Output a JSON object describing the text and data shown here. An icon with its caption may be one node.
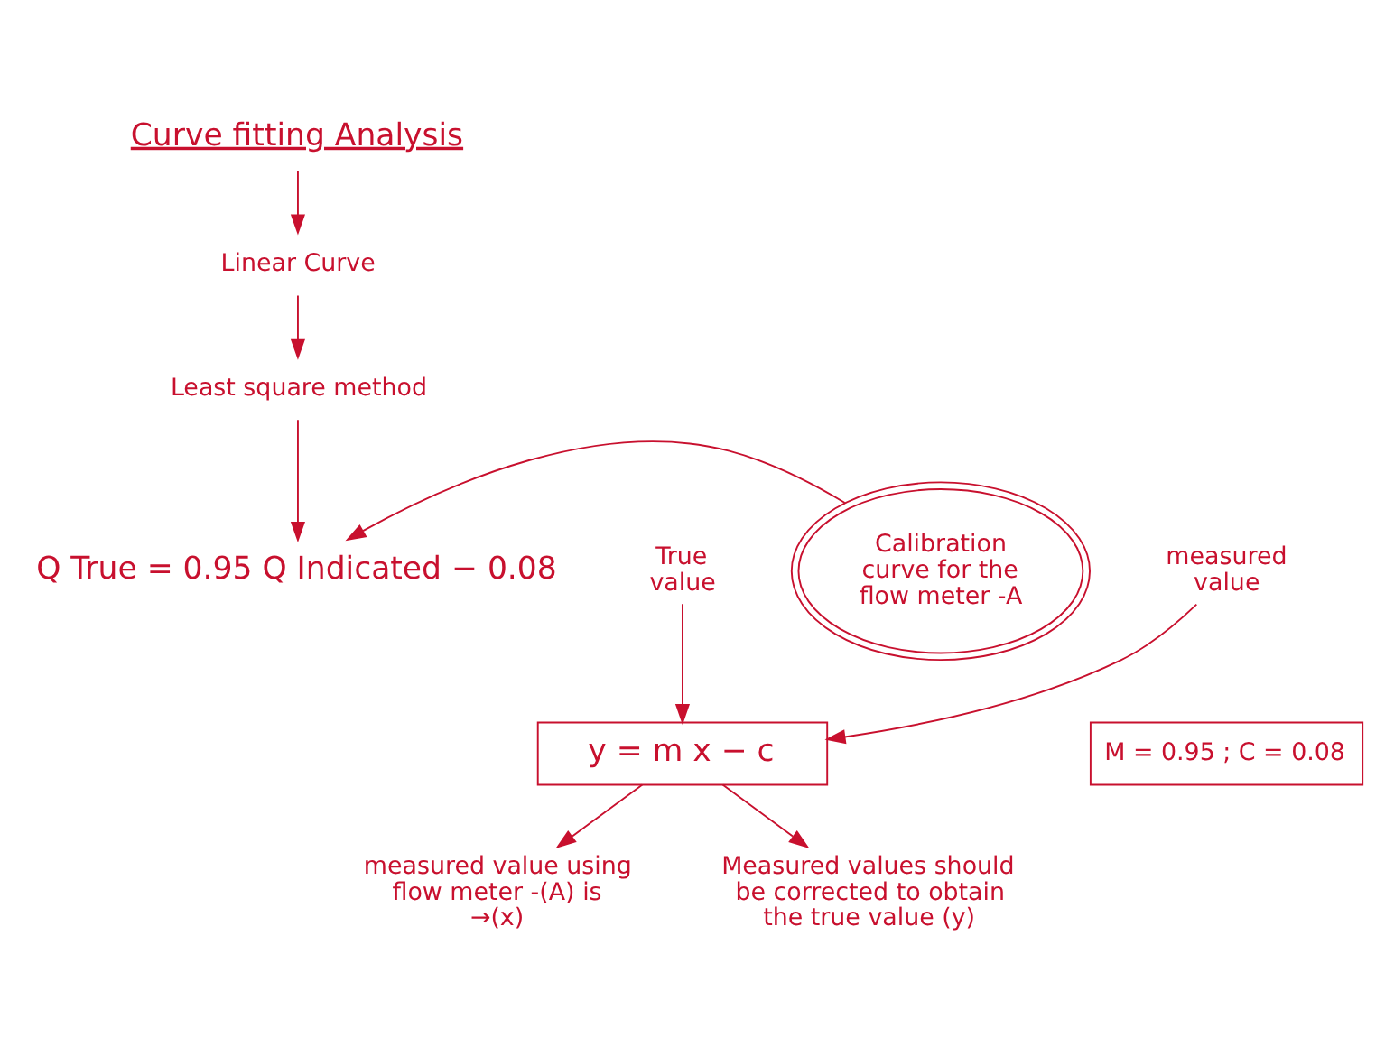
{
  "diagram": {
    "nodes": [
      {
        "text": [
          "Curve fitting Analysis"
        ]
      },
      {
        "text": [
          "Linear Curve"
        ]
      },
      {
        "text": [
          "Least square method"
        ]
      },
      {
        "text": [
          "Q True = 0.95 Q Indicated − 0.08"
        ]
      },
      {
        "text": [
          "Calibration curve for the flow meter -A"
        ]
      },
      {
        "text": [
          "y = m x − c"
        ]
      },
      {
        "text": [
          "True value"
        ]
      },
      {
        "text": [
          "measured value"
        ]
      },
      {
        "text": [
          "M = 0.95 ; C = 0.08"
        ]
      },
      {
        "text": [
          "measured value using flow meter -(A) is →(x)"
        ]
      },
      {
        "text": [
          "Measured values should be corrected to obtain the true value (y)"
        ]
      }
    ],
    "edges": [
      {
        "from": 0,
        "to": 1,
        "arrow": "to"
      },
      {
        "from": 1,
        "to": 2,
        "arrow": "to"
      },
      {
        "from": 2,
        "to": 3,
        "arrow": "to"
      },
      {
        "from": 4,
        "to": 3,
        "arrow": "to"
      },
      {
        "from": 6,
        "to": 5,
        "arrow": "to"
      },
      {
        "from": 7,
        "to": 5,
        "arrow": "to"
      },
      {
        "from": 5,
        "to": 9,
        "arrow": "to"
      },
      {
        "from": 5,
        "to": 10,
        "arrow": "to"
      }
    ]
  }
}
